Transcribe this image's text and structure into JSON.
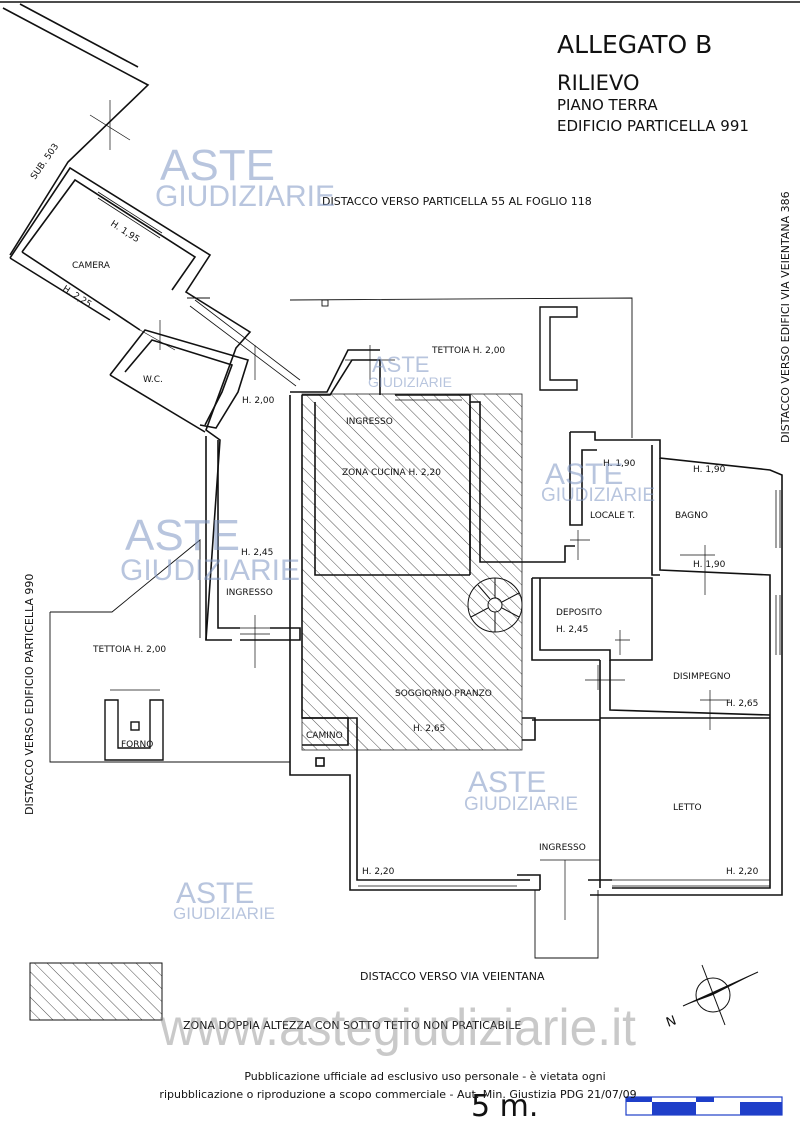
{
  "header": {
    "title": "ALLEGATO B",
    "subtitle": "RILIEVO",
    "floor": "PIANO TERRA",
    "building": "EDIFICIO PARTICELLA 991"
  },
  "distances": {
    "north": "DISTACCO VERSO PARTICELLA 55 AL FOGLIO 118",
    "east": "DISTACCO VERSO EDIFICI VIA VEIENTANA 386",
    "west": "DISTACCO VERSO EDIFICIO PARTICELLA 990",
    "south": "DISTACCO VERSO VIA VEIENTANA"
  },
  "labels": {
    "sub503": "SUB. 503",
    "camera": "CAMERA",
    "camera_h1": "H. 1,95",
    "camera_h2": "H. 2,25",
    "wc": "W.C.",
    "wc_h": "H. 2,00",
    "tettoia_n": "TETTOIA  H. 2,00",
    "ingresso_n": "INGRESSO",
    "cucina": "ZONA CUCINA  H. 2,20",
    "ingresso_w": "INGRESSO",
    "ingresso_w_h": "H. 2,45",
    "tettoia_w": "TETTOIA  H. 2,00",
    "forno": "FORNO",
    "soggiorno": "SOGGIORNO PRANZO",
    "soggiorno_h": "H. 2,65",
    "camino": "CAMINO",
    "locale_t": "LOCALE T.",
    "locale_t_h": "H. 1,90",
    "bagno": "BAGNO",
    "bagno_h": "H. 1,90",
    "disimp_h1": "H. 1,90",
    "deposito": "DEPOSITO",
    "deposito_h": "H. 2,45",
    "disimpegno": "DISIMPEGNO",
    "disimpegno_h": "H. 2,65",
    "letto": "LETTO",
    "letto_h": "H. 2,20",
    "south_h": "H. 2,20",
    "ingresso_s": "INGRESSO"
  },
  "legend": {
    "text": "ZONA DOPPIA ALTEZZA CON SOTTO TETTO NON PRATICABILE"
  },
  "north_arrow": {
    "letter": "N"
  },
  "scale": {
    "label": "5 m."
  },
  "watermark": {
    "brand_top": "ASTE",
    "brand_bottom": "GIUDIZIARIE",
    "url": "www.astegiudiziarie.it"
  },
  "footer": {
    "line1": "Pubblicazione ufficiale ad esclusivo uso personale - è vietata ogni",
    "line2": "ripubblicazione o riproduzione a scopo commerciale - Aut. Min. Giustizia PDG 21/07/09"
  },
  "colors": {
    "scale_blue": "#1f3fc9",
    "watermark_blue": "#7f97c4",
    "line": "#111111"
  }
}
